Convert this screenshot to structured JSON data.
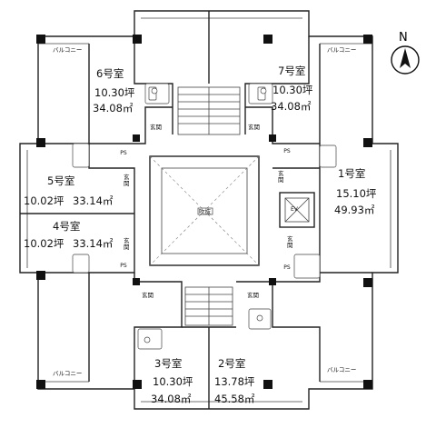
{
  "compass": {
    "label": "N"
  },
  "center": {
    "label": "吹抜"
  },
  "units": [
    {
      "id": "unit-6",
      "name": "6号室",
      "tsubo": "10.30坪",
      "sqm": "34.08㎡"
    },
    {
      "id": "unit-7",
      "name": "7号室",
      "tsubo": "10.30坪",
      "sqm": "34.08㎡"
    },
    {
      "id": "unit-5",
      "name": "5号室",
      "tsubo": "10.02坪",
      "sqm": "33.14㎡"
    },
    {
      "id": "unit-4",
      "name": "4号室",
      "tsubo": "10.02坪",
      "sqm": "33.14㎡"
    },
    {
      "id": "unit-1",
      "name": "1号室",
      "tsubo": "15.10坪",
      "sqm": "49.93㎡"
    },
    {
      "id": "unit-3",
      "name": "3号室",
      "tsubo": "10.30坪",
      "sqm": "34.08㎡"
    },
    {
      "id": "unit-2",
      "name": "2号室",
      "tsubo": "13.78坪",
      "sqm": "45.58㎡"
    }
  ],
  "balcony_label": "バルコニー",
  "entrance_label": "玄関",
  "ps_label": "PS",
  "ev_label": "EV"
}
